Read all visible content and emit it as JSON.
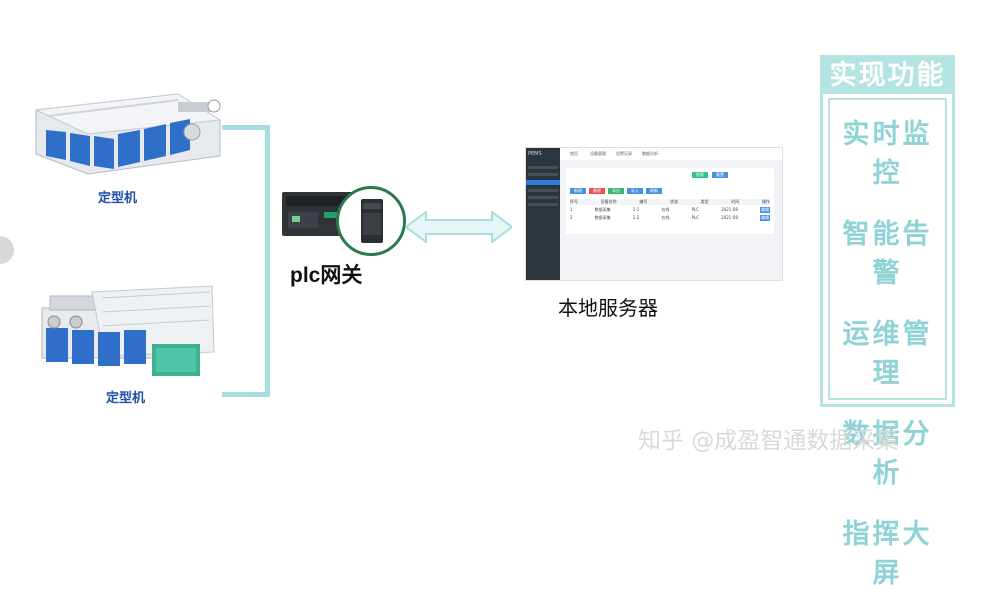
{
  "machines": [
    {
      "label": "定型机"
    },
    {
      "label": "定型机"
    }
  ],
  "gateway": {
    "label": "plc网关"
  },
  "server": {
    "label": "本地服务器",
    "screenshot": {
      "sidebar_logo": "PEMS",
      "tabs": [
        "首页",
        "设备管理",
        "告警记录",
        "数据分析"
      ],
      "toolbar_buttons": [
        "新增",
        "删除",
        "导出",
        "导入",
        "刷新"
      ],
      "toolbar_colors": [
        "#4a90e2",
        "#e2554a",
        "#3cb371",
        "#4a90e2",
        "#4a90e2"
      ],
      "search_buttons": [
        "搜索",
        "重置"
      ],
      "table_headers": [
        "序号",
        "设备名称",
        "编号",
        "状态",
        "类型",
        "时间",
        "操作"
      ],
      "table_rows": [
        [
          "1",
          "数据采集",
          "1-1",
          "在线",
          "PLC",
          "2021-08",
          "编辑"
        ],
        [
          "2",
          "数据采集",
          "1-2",
          "在线",
          "PLC",
          "2021-08",
          "编辑"
        ]
      ]
    }
  },
  "functions": {
    "title": "实现功能",
    "items": [
      "实时监控",
      "智能告警",
      "运维管理",
      "数据分析",
      "指挥大屏"
    ]
  },
  "watermark": "知乎 @成盈智通数据采集",
  "colors": {
    "bracket": "#a6dde0",
    "panel_border": "#b3e4e1",
    "function_text": "#8fd3d6",
    "machine_blue": "#2f6fc9",
    "arrow": "#a8dde2"
  }
}
